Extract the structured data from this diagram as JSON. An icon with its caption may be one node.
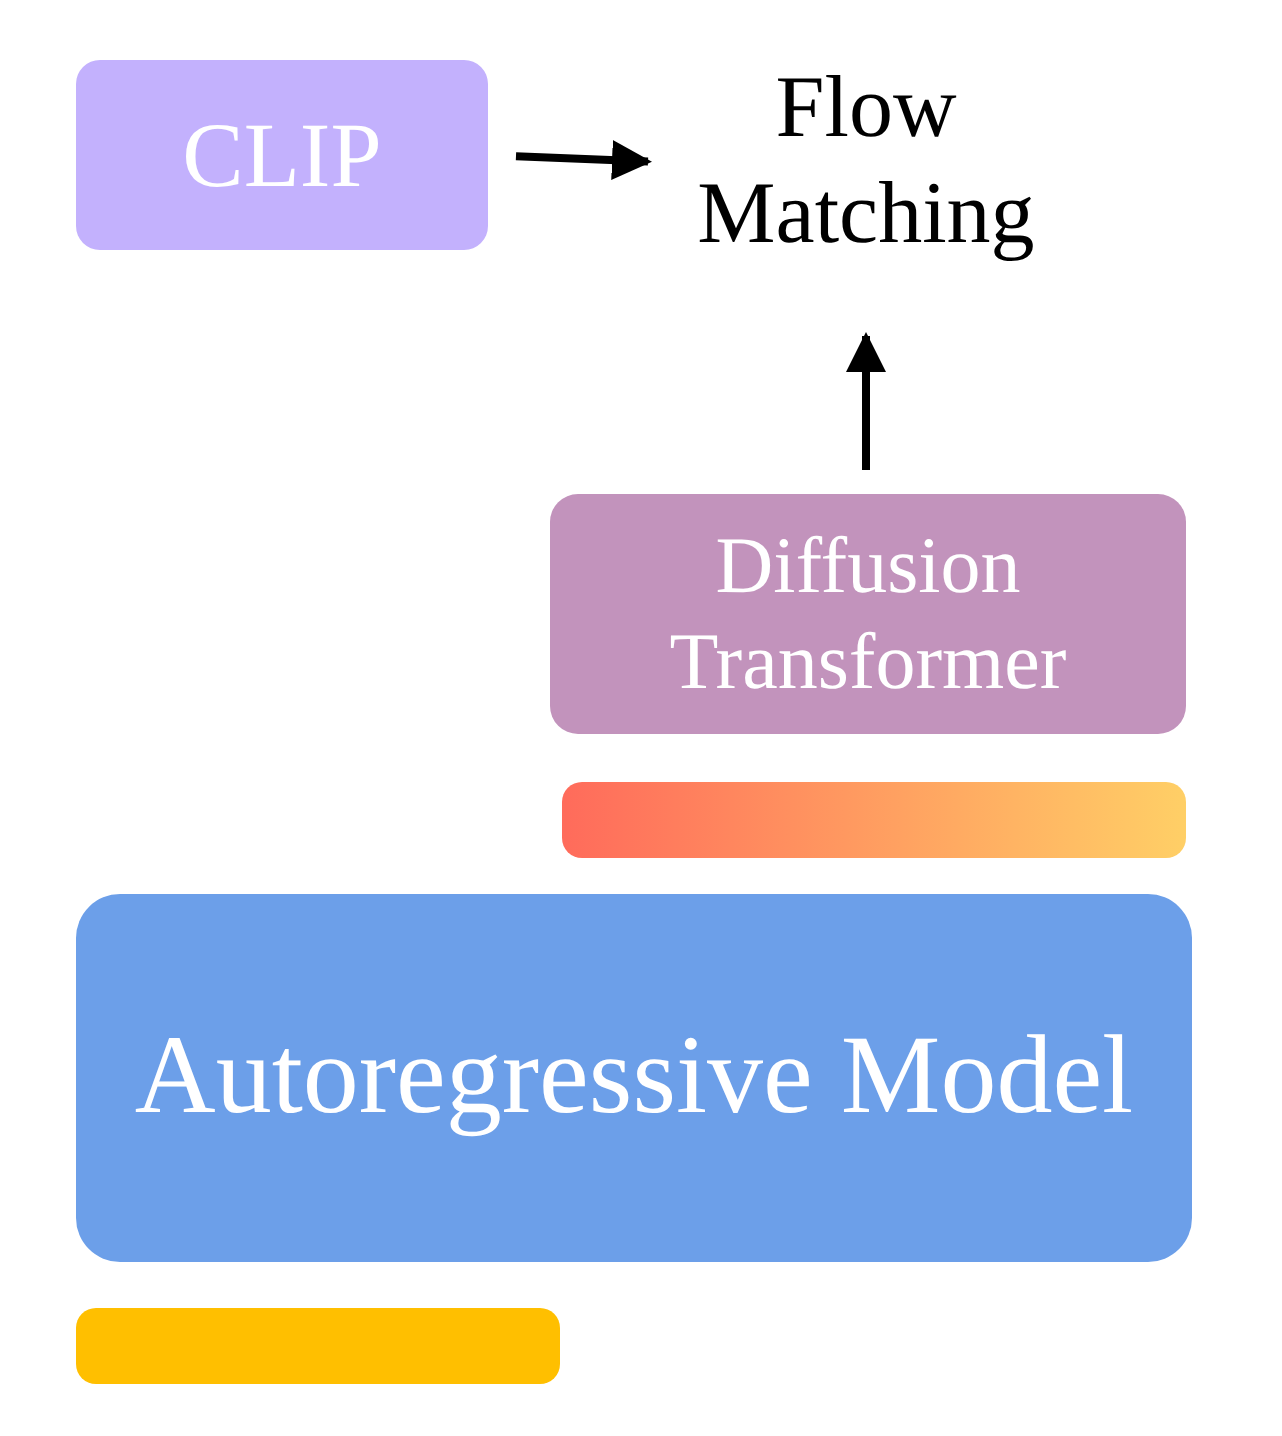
{
  "diagram": {
    "nodes": [
      {
        "text": [
          "CLIP"
        ]
      },
      {
        "text": [
          "Flow Matching"
        ]
      },
      {
        "text": [
          "Diffusion Transformer"
        ]
      },
      {
        "text": [],
        "shape": "bar"
      },
      {
        "text": [
          "Autoregressive Model"
        ]
      },
      {
        "text": [],
        "shape": "bar"
      }
    ],
    "edges": [
      {
        "from": 0,
        "to": 1,
        "arrow": "to"
      },
      {
        "from": 2,
        "to": 1,
        "arrow": "to"
      }
    ]
  }
}
